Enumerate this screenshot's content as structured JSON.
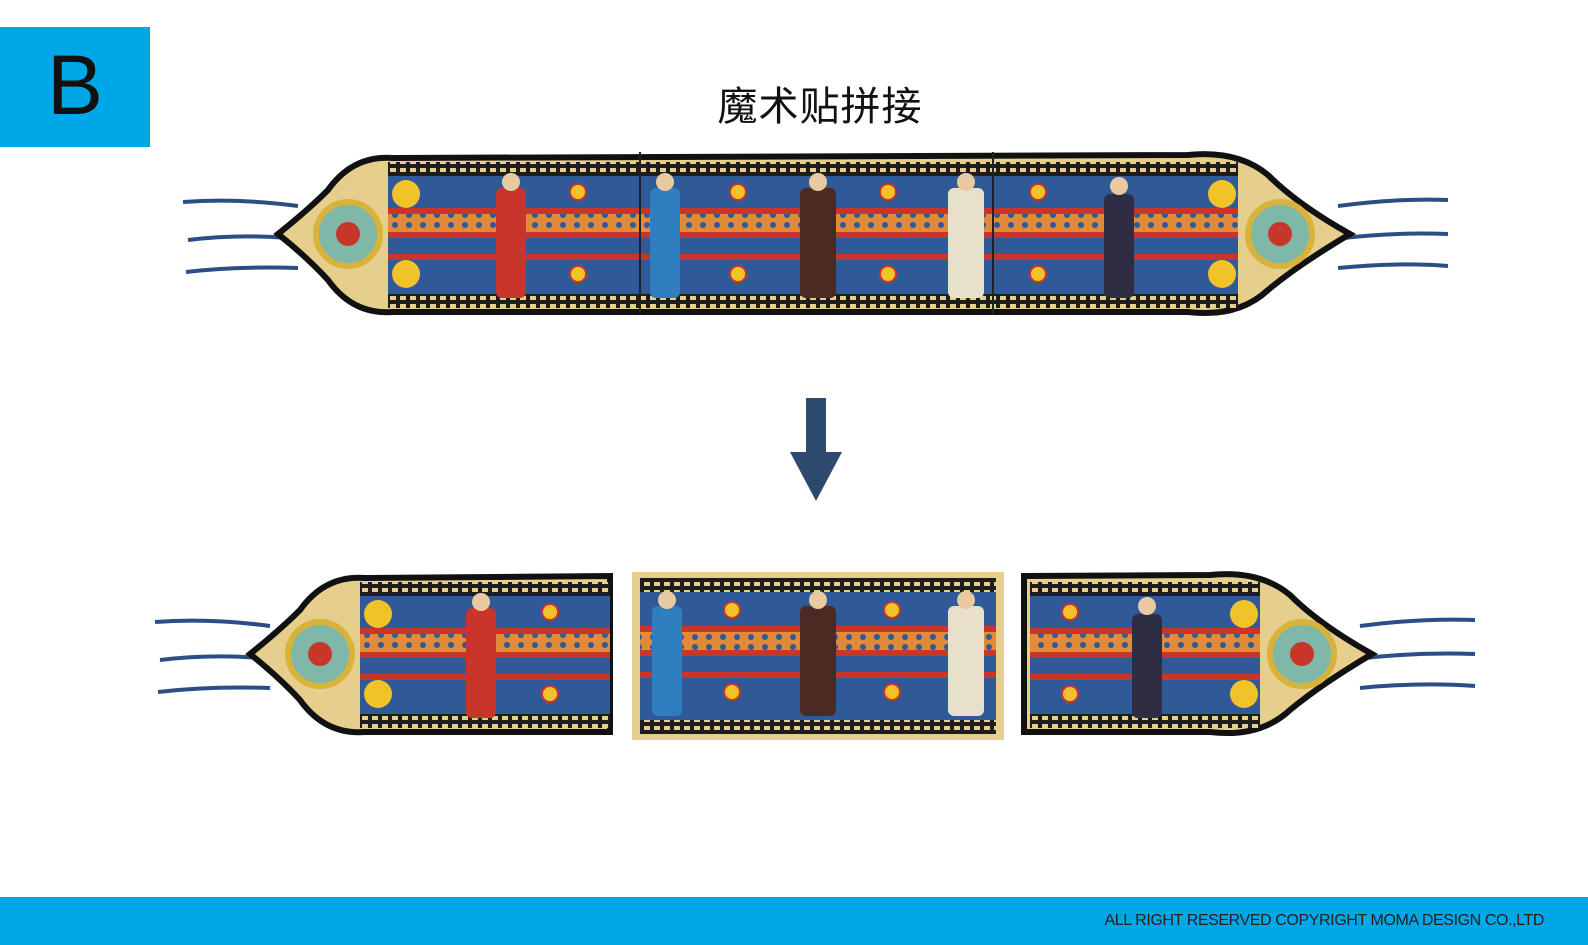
{
  "badge": {
    "letter": "B"
  },
  "title": "魔术贴拼接",
  "footer": {
    "copyright": "ALL RIGHT RESERVED COPYRIGHT MOMA DESIGN CO.,LTD"
  },
  "colors": {
    "accent": "#00a7e6",
    "banner_blue": "#2f5a97",
    "banner_red": "#c8352b",
    "banner_gold": "#e6cf8d",
    "arrow": "#2d4a6e"
  },
  "banner_top": {
    "figures": 5,
    "segments": 3
  },
  "banner_split": {
    "pieces": [
      "left",
      "middle",
      "right"
    ]
  }
}
